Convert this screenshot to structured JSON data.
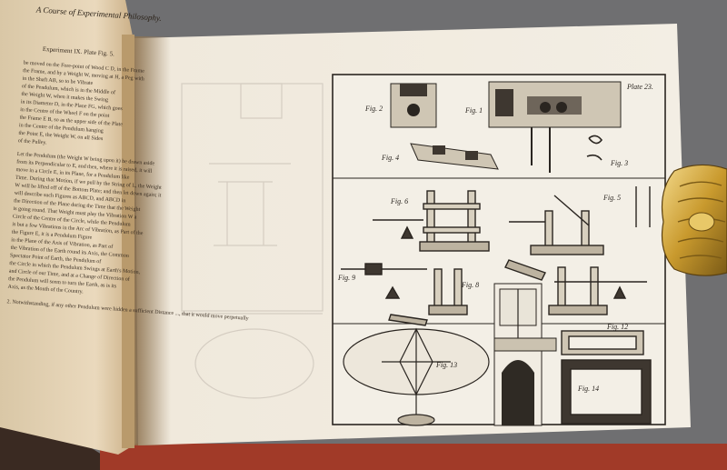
{
  "photo": {
    "subject": "open antique book with fold-out engraved plate",
    "colors": {
      "background": "#6f6f71",
      "left_page": "#e6d6bb",
      "right_page": "#f1ebdf",
      "plate_paper": "#f3efe6",
      "ink": "#2a2520",
      "clasp_gold": "#c9a23a"
    }
  },
  "left_page": {
    "running_head": "A Course of Experimental Philosophy.",
    "heading": "Experiment IX. Plate Fig. 5.",
    "lines": [
      "be moved on the Fore-point of Wood C D, in the Frame",
      "the Frame, and by a Weight W, moving at H, a Peg with",
      "in the Shaft AB, so to be Vibrate",
      "of the Pendulum, which is in the Middle of",
      "the Weight W, when it makes the Swing",
      "in its Diameter D, in the Plane FG, which goes",
      "in the Centre of the Wheel F on the point",
      "the Frame E B, so as the upper side of the Plate",
      "in the Centre of the Pendulum hanging",
      "the Point E, the Weight W, on all Sides",
      "of the Pulley."
    ],
    "lines2": [
      "Let the Pendulum (the Weight W being upon it) be drawn aside",
      "from its Perpendicular to E, and then, where it is raised, it will",
      "move in a Circle E, in its Plane, for a Pendulum like",
      "Time. During that Motion, if we pull by the String of L, the Weight",
      "W will be lifted off of the Bottom Plate; and then let down again; it",
      "will describe such Figures as ABCD, and ABCD in",
      "the Direction of the Plane during the Time that the Weight",
      "is going round. That Weight must play the Vibration W a",
      "Circle of the Centre of the Circle, while the Pendulum",
      "is but a few Vibrations in the Arc of Vibration, as Part of the",
      "the Figure E, it is a Pendulum Figure",
      "in the Plane of the Axis of Vibration, as Part of",
      "the Vibration of the Earth round its Axis, the Common",
      "Spectator Point of Earth, the Pendulum of",
      "the Circle in which the Pendulum Swings at Earth's Motion,",
      "and Circle of our Time, and at a Change of Direction of",
      "the Pendulum will seem to turn the Earth, as is its",
      "Axis, as the Month of the Country."
    ],
    "footnote": "2. Notwithstanding, if any other Pendulum were hidden a sufficient Distance ..., that it would move perpetually"
  },
  "plate": {
    "number": "Plate 23.",
    "figures": [
      {
        "label": "Fig. 1"
      },
      {
        "label": "Fig. 2"
      },
      {
        "label": "Fig. 3"
      },
      {
        "label": "Fig. 4"
      },
      {
        "label": "Fig. 5"
      },
      {
        "label": "Fig. 6"
      },
      {
        "label": "Fig. 8"
      },
      {
        "label": "Fig. 9"
      },
      {
        "label": "Fig. 12"
      },
      {
        "label": "Fig. 13"
      },
      {
        "label": "Fig. 14"
      }
    ]
  }
}
